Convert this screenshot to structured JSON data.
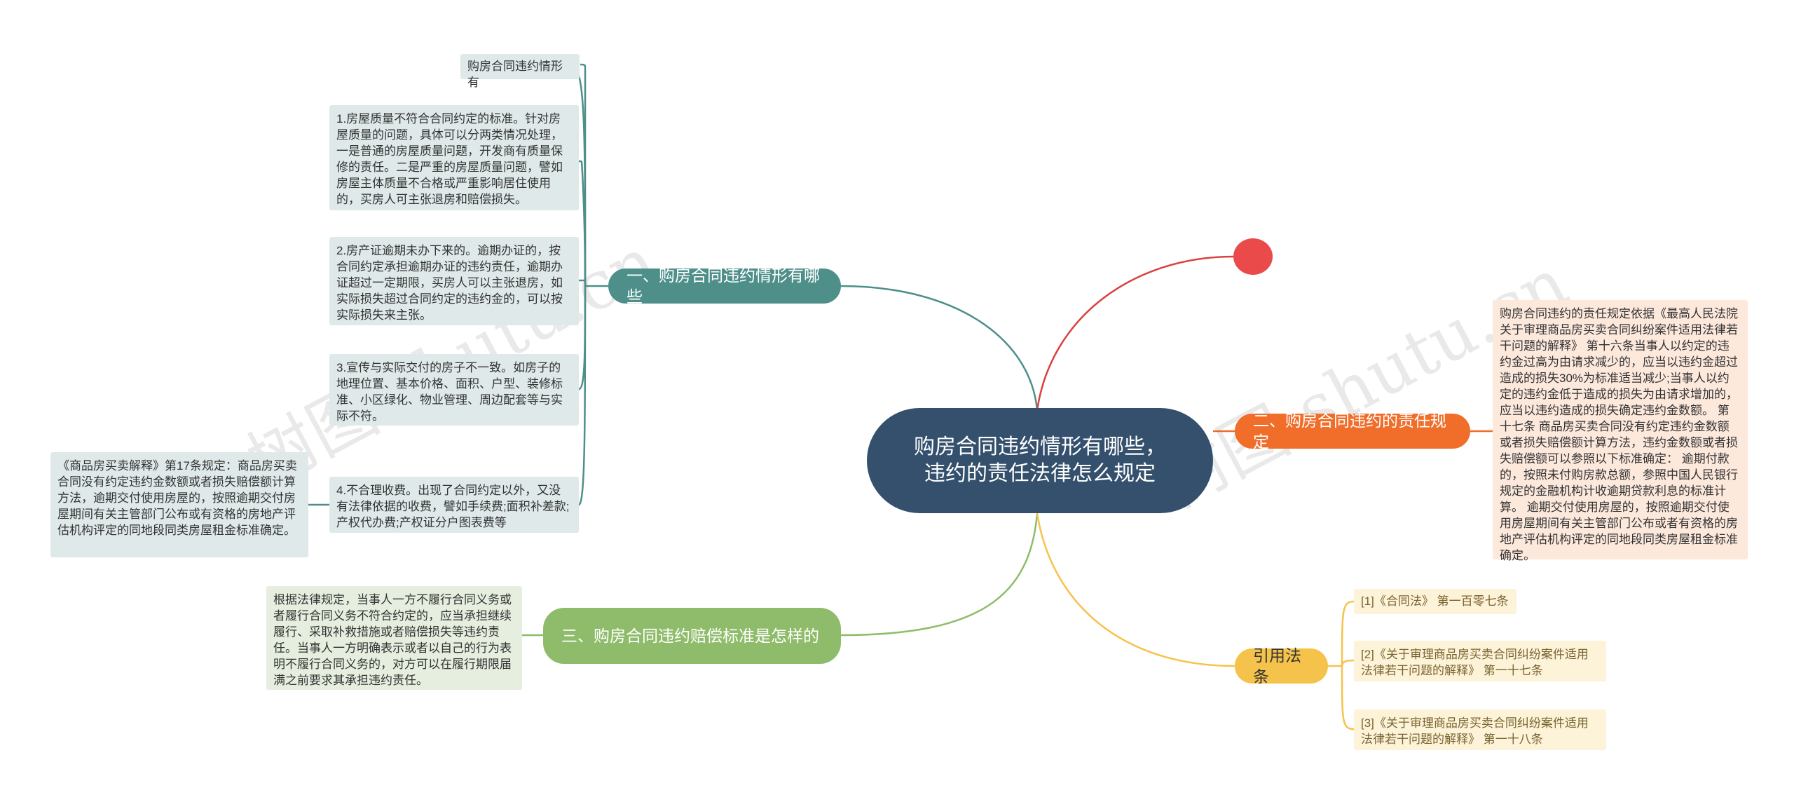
{
  "center": {
    "title": "购房合同违约情形有哪些，违约的责任法律怎么规定"
  },
  "branch1": {
    "label": "一、购房合同违约情形有哪些",
    "color": "#4e8f8a",
    "items": [
      "购房合同违约情形有",
      "1.房屋质量不符合合同约定的标准。针对房屋质量的问题，具体可以分两类情况处理，一是普通的房屋质量问题，开发商有质量保修的责任。二是严重的房屋质量问题，譬如房屋主体质量不合格或严重影响居住使用的，买房人可主张退房和赔偿损失。",
      "2.房产证逾期未办下来的。逾期办证的，按合同约定承担逾期办证的违约责任，逾期办证超过一定期限，买房人可以主张退房，如实际损失超过合同约定的违约金的，可以按实际损失来主张。",
      "3.宣传与实际交付的房子不一致。如房子的地理位置、基本价格、面积、户型、装修标准、小区绿化、物业管理、周边配套等与实际不符。",
      "4.不合理收费。出现了合同约定以外，又没有法律依据的收费，譬如手续费;面积补差款;产权代办费;产权证分户图表费等"
    ],
    "sub_item": "《商品房买卖解释》第17条规定：商品房买卖合同没有约定违约金数额或者损失赔偿额计算方法，逾期交付使用房屋的，按照逾期交付房屋期间有关主管部门公布或有资格的房地产评估机构评定的同地段同类房屋租金标准确定。"
  },
  "branch2": {
    "label": "二、购房合同违约的责任规定",
    "color": "#f06d2a",
    "text": "购房合同违约的责任规定依据《最高人民法院关于审理商品房买卖合同纠纷案件适用法律若干问题的解释》 第十六条当事人以约定的违约金过高为由请求减少的，应当以违约金超过造成的损失30%为标准适当减少;当事人以约定的违约金低于造成的损失为由请求增加的，应当以违约造成的损失确定违约金数额。 第十七条 商品房买卖合同没有约定违约金数额或者损失赔偿额计算方法，违约金数额或者损失赔偿额可以参照以下标准确定： 逾期付款的，按照未付购房款总额，参照中国人民银行规定的金融机构计收逾期贷款利息的标准计算。 逾期交付使用房屋的，按照逾期交付使用房屋期间有关主管部门公布或者有资格的房地产评估机构评定的同地段同类房屋租金标准确定。"
  },
  "branch3": {
    "label": "三、购房合同违约赔偿标准是怎样的",
    "color": "#8fbc6a",
    "text": "根据法律规定，当事人一方不履行合同义务或者履行合同义务不符合约定的，应当承担继续履行、采取补救措施或者赔偿损失等违约责任。当事人一方明确表示或者以自己的行为表明不履行合同义务的，对方可以在履行期限届满之前要求其承担违约责任。"
  },
  "branch4": {
    "label": "引用法条",
    "color": "#f5c34b",
    "items": [
      "[1]《合同法》 第一百零七条",
      "[2]《关于审理商品房买卖合同纠纷案件适用法律若干问题的解释》 第一十七条",
      "[3]《关于审理商品房买卖合同纠纷案件适用法律若干问题的解释》 第一十八条"
    ]
  },
  "red_dot": {
    "color": "#ea4a4a"
  },
  "watermark": "树图 shutu.cn"
}
